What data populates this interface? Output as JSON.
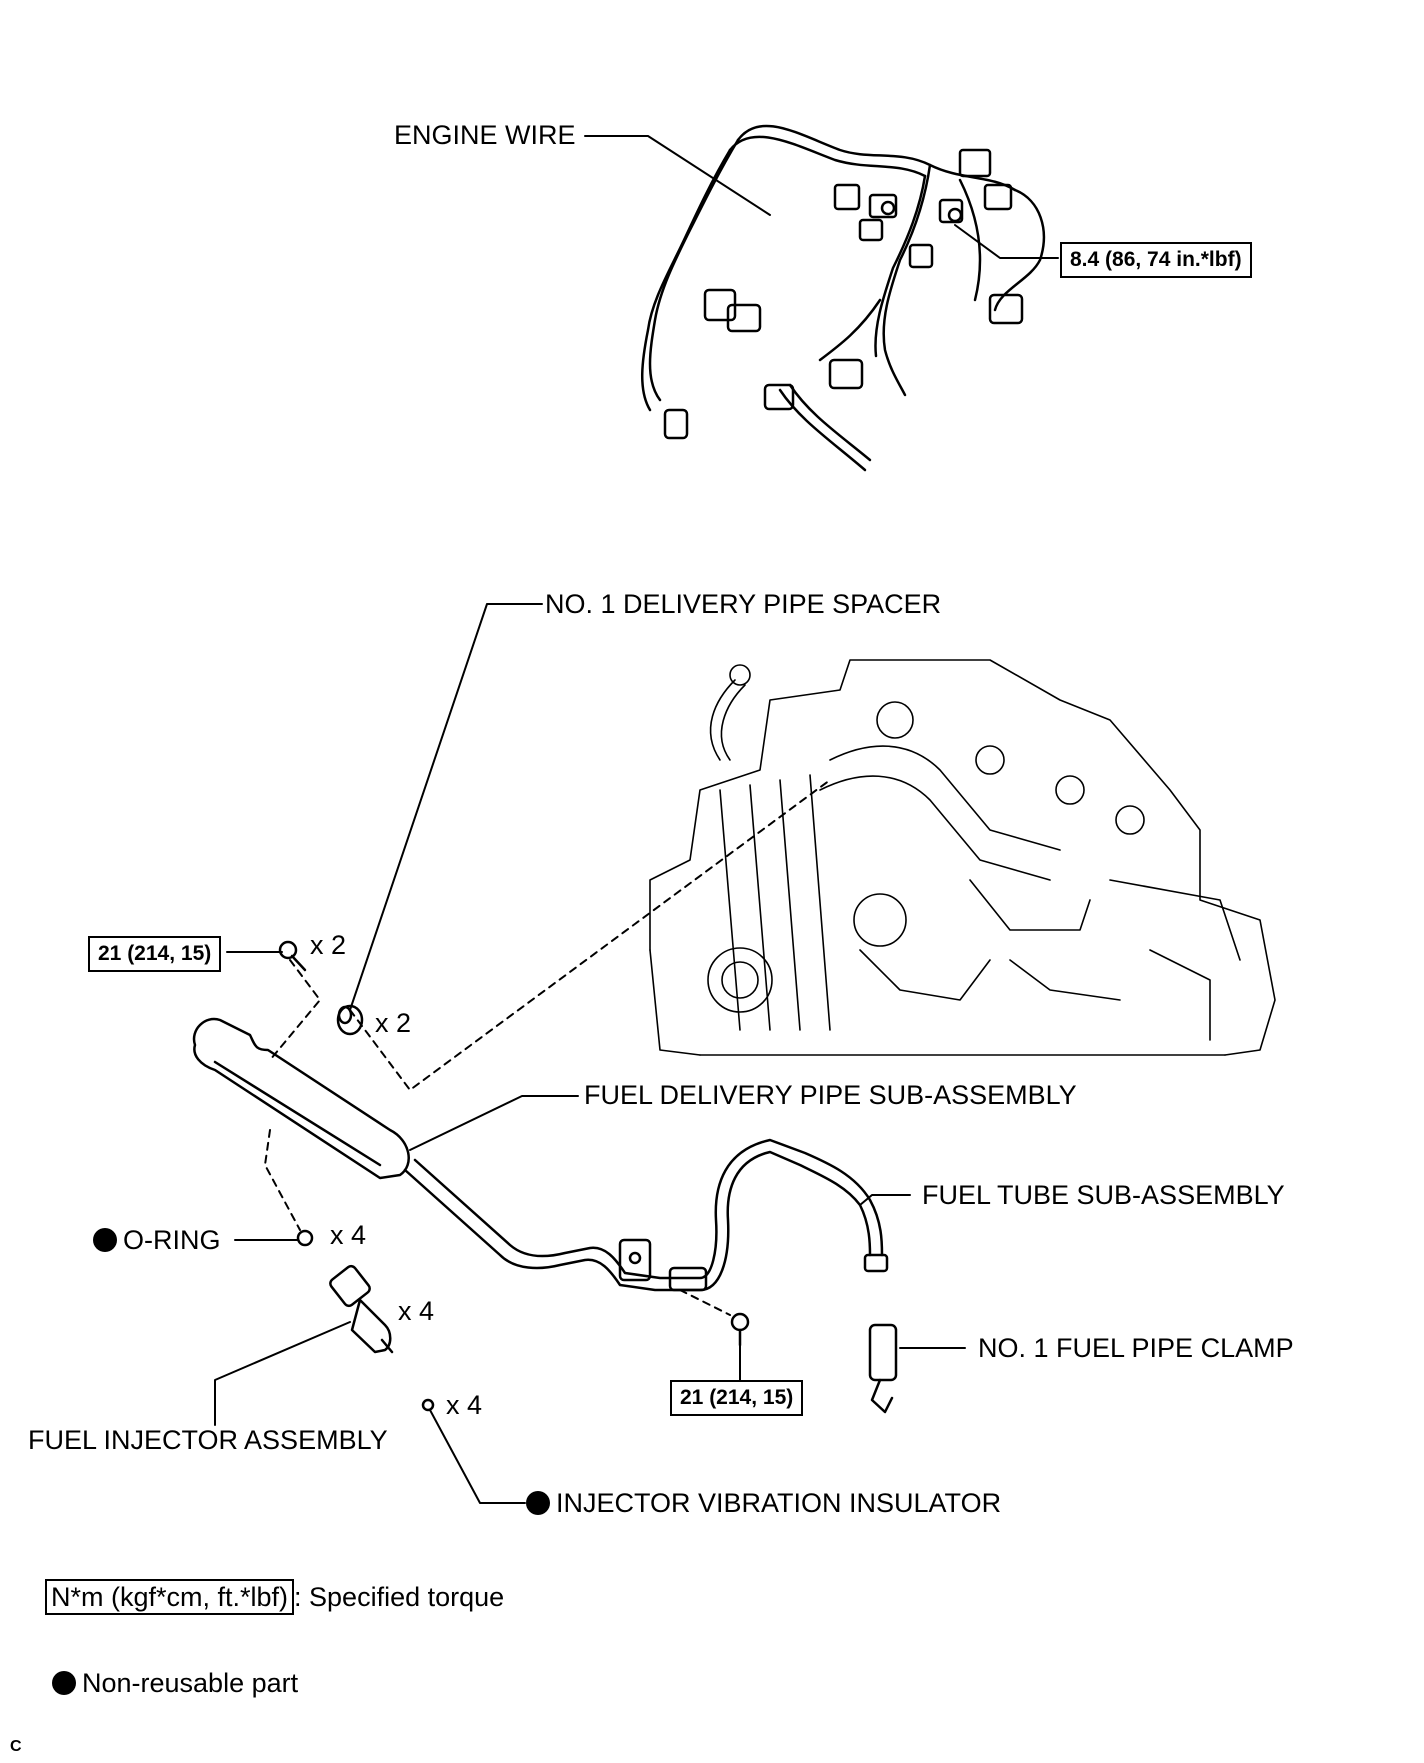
{
  "labels": {
    "engine_wire": "ENGINE WIRE",
    "delivery_pipe_spacer": "NO. 1 DELIVERY PIPE SPACER",
    "fuel_delivery_pipe": "FUEL DELIVERY PIPE SUB-ASSEMBLY",
    "fuel_tube": "FUEL TUBE SUB-ASSEMBLY",
    "o_ring": "O-RING",
    "fuel_pipe_clamp": "NO. 1 FUEL PIPE CLAMP",
    "fuel_injector": "FUEL INJECTOR ASSEMBLY",
    "vibration_insulator": "INJECTOR VIBRATION INSULATOR"
  },
  "torques": {
    "engine_wire_bolt": "8.4 (86, 74 in.*lbf)",
    "delivery_pipe_bolt": "21 (214, 15)",
    "fuel_tube_bolt": "21 (214, 15)"
  },
  "quantities": {
    "delivery_bolt": "x 2",
    "spacer": "x 2",
    "o_ring": "x 4",
    "injector": "x 4",
    "insulator": "x 4"
  },
  "legend": {
    "torque_unit": "N*m (kgf*cm, ft.*lbf)",
    "torque_text": ": Specified torque",
    "nonreusable_text": "Non-reusable part"
  },
  "corner_mark": "C"
}
